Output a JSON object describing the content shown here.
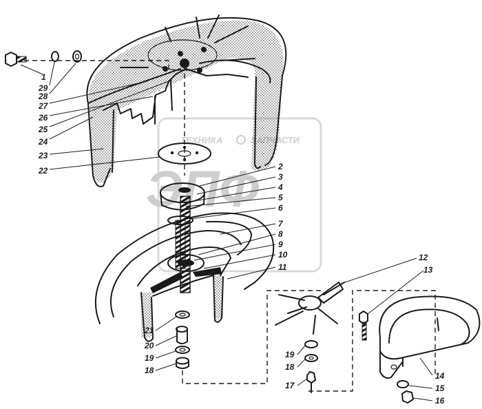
{
  "watermark": {
    "line1_left": "ТЕХНИКА",
    "line1_right": "ЗАПЧАСТИ",
    "big": "ЭПФ"
  },
  "callouts_left": [
    {
      "id": "c1",
      "text": "1"
    },
    {
      "id": "c29",
      "text": "29"
    },
    {
      "id": "c28",
      "text": "28"
    },
    {
      "id": "c27",
      "text": "27"
    },
    {
      "id": "c26",
      "text": "26"
    },
    {
      "id": "c25",
      "text": "25"
    },
    {
      "id": "c24",
      "text": "24"
    },
    {
      "id": "c23",
      "text": "23"
    },
    {
      "id": "c22",
      "text": "22"
    },
    {
      "id": "c21",
      "text": "21"
    },
    {
      "id": "c20",
      "text": "20"
    },
    {
      "id": "c19a",
      "text": "19"
    },
    {
      "id": "c18a",
      "text": "18"
    }
  ],
  "callouts_right": [
    {
      "id": "c2",
      "text": "2"
    },
    {
      "id": "c3",
      "text": "3"
    },
    {
      "id": "c4",
      "text": "4"
    },
    {
      "id": "c5",
      "text": "5"
    },
    {
      "id": "c6",
      "text": "6"
    },
    {
      "id": "c7",
      "text": "7"
    },
    {
      "id": "c8",
      "text": "8"
    },
    {
      "id": "c9",
      "text": "9"
    },
    {
      "id": "c10",
      "text": "10"
    },
    {
      "id": "c11",
      "text": "11"
    },
    {
      "id": "c12",
      "text": "12"
    },
    {
      "id": "c13",
      "text": "13"
    },
    {
      "id": "c14",
      "text": "14"
    },
    {
      "id": "c15",
      "text": "15"
    },
    {
      "id": "c16",
      "text": "16"
    },
    {
      "id": "c19b",
      "text": "19"
    },
    {
      "id": "c18b",
      "text": "18"
    },
    {
      "id": "c17",
      "text": "17"
    }
  ]
}
